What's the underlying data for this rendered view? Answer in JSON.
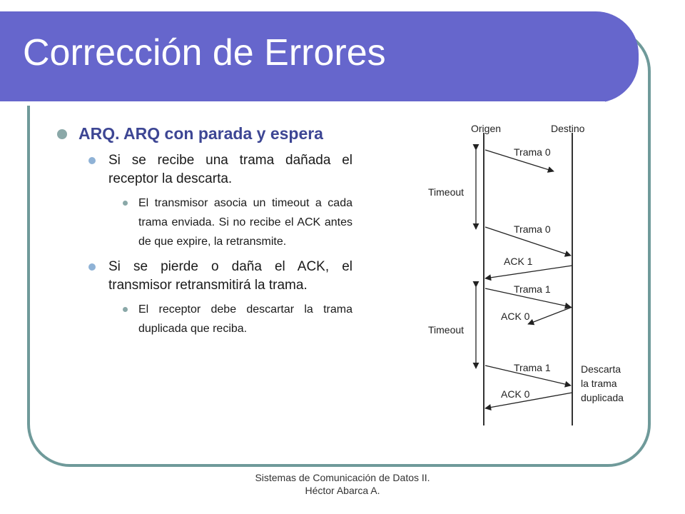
{
  "slide": {
    "title": "Corrección de Errores",
    "bullets": {
      "arq": "ARQ. ARQ con parada y espera",
      "damaged": "Si se recibe una trama dañada el receptor la descarta.",
      "timeout": "El transmisor asocia un timeout a cada trama enviada. Si no recibe el ACK antes de que expire, la retransmite.",
      "ack_lost": "Si se pierde o daña el ACK, el transmisor retransmitirá la trama.",
      "duplicate": "El receptor debe descartar la trama duplicada que reciba."
    },
    "footer": [
      "Sistemas de Comunicación de Datos II.",
      "Héctor Abarca A."
    ]
  },
  "diagram": {
    "origin_label": "Origen",
    "dest_label": "Destino",
    "timeout_label": "Timeout",
    "frame0_first": "Trama 0",
    "frame0_retry": "Trama 0",
    "ack1": "ACK 1",
    "frame1_first": "Trama 1",
    "ack0_first": "ACK 0",
    "frame1_retry": "Trama 1",
    "ack0_second": "ACK 0",
    "discard_note": [
      "Descarta",
      "la trama",
      "duplicada"
    ],
    "timeout_second_label": "Timeout"
  }
}
